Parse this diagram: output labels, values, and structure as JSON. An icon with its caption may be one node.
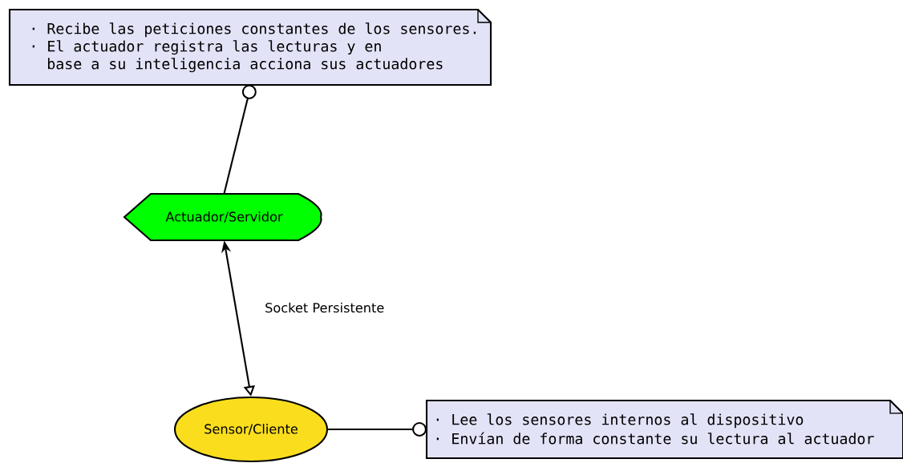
{
  "diagram": {
    "nodes": [
      {
        "text": [
          "· Recibe las peticiones constantes de los sensores.",
          "· El actuador registra las lecturas y en",
          "base a su inteligencia acciona sus actuadores"
        ]
      },
      {
        "text": [
          "Actuador/Servidor"
        ]
      },
      {
        "text": [
          "Sensor/Cliente"
        ]
      },
      {
        "text": [
          "· Lee los sensores internos al dispositivo",
          "· Envían de forma constante su lectura al actuador"
        ]
      }
    ],
    "edges": [
      {
        "from": 0,
        "to": 1,
        "arrow": "other"
      },
      {
        "from": 1,
        "to": 2,
        "arrow": "both",
        "label": "Socket Persistente"
      },
      {
        "from": 3,
        "to": 2,
        "arrow": "other"
      }
    ]
  }
}
